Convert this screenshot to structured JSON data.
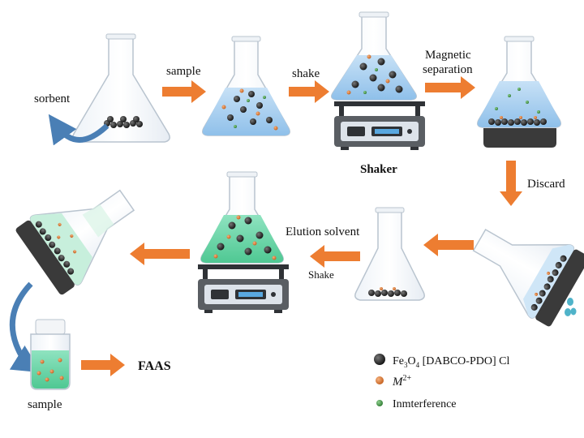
{
  "labels": {
    "sorbent": "sorbent",
    "sample_top": "sample",
    "shake_top": "shake",
    "magnetic_line1": "Magnetic",
    "magnetic_line2": "separation",
    "shaker": "Shaker",
    "discard": "Discard",
    "elution_solvent": "Elution solvent",
    "shake_bottom": "Shake",
    "faas": "FAAS",
    "sample_bottom": "sample"
  },
  "legend": {
    "sorbent_formula": {
      "fe": "Fe",
      "sub3": "3",
      "o": "O",
      "sub4": "4",
      "rest": " [DABCO-PDO] Cl"
    },
    "metal_ion": {
      "m": "M",
      "charge": "2+"
    },
    "interference": "Inmterference"
  },
  "colors": {
    "arrow": "#ED7D31",
    "solution_blue": "#A9CFEF",
    "elution_green": "#63D3A6",
    "magnet": "#3A3A3A",
    "shaker_body": "#5A5E63",
    "shaker_panel": "#DDE3EA",
    "curved_arrow": "#4A7FB5",
    "particle": "#2A2A2A",
    "metal_ion": "#E07B39",
    "interference_particle": "#4E9A52"
  }
}
